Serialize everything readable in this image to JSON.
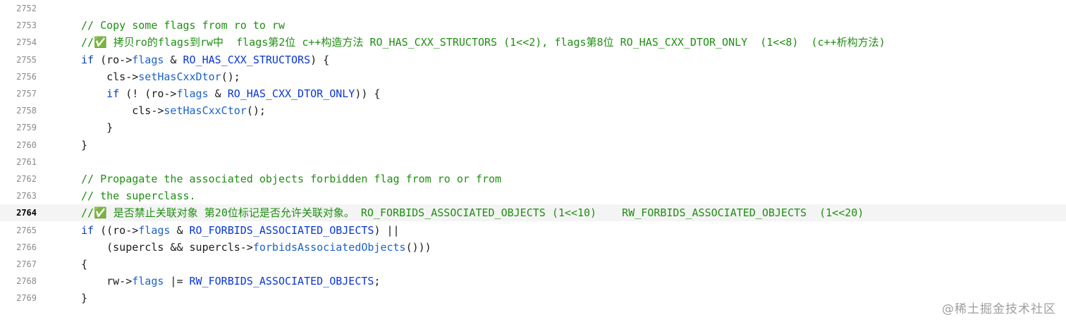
{
  "colors": {
    "plain": "#1b1b1b",
    "comment": "#1f8f12",
    "keyword": "#0b3fbf",
    "member": "#1c63c6",
    "macro": "#0a37d6",
    "emoji": "#22b14c",
    "gutter": "#8a8a8a",
    "current_line": "#f4f4f4"
  },
  "editor": {
    "current_line_number": "2764",
    "lines": [
      {
        "number": "2752",
        "tokens": []
      },
      {
        "number": "2753",
        "tokens": [
          {
            "text": "// Copy some flags from ro to rw",
            "kind": "comment"
          }
        ]
      },
      {
        "number": "2754",
        "tokens": [
          {
            "text": "//",
            "kind": "comment"
          },
          {
            "text": "✅",
            "kind": "emoji"
          },
          {
            "text": " 拷贝ro的flags到rw中  flags第2位 c++构造方法 RO_HAS_CXX_STRUCTORS (1<<2), flags第8位 RO_HAS_CXX_DTOR_ONLY  (1<<8)  (c++析构方法)",
            "kind": "comment"
          }
        ]
      },
      {
        "number": "2755",
        "tokens": [
          {
            "text": "if",
            "kind": "keyword"
          },
          {
            "text": " (ro->",
            "kind": "plain"
          },
          {
            "text": "flags",
            "kind": "member"
          },
          {
            "text": " & ",
            "kind": "plain"
          },
          {
            "text": "RO_HAS_CXX_STRUCTORS",
            "kind": "macro"
          },
          {
            "text": ") {",
            "kind": "plain"
          }
        ]
      },
      {
        "number": "2756",
        "tokens": [
          {
            "text": "    cls->",
            "kind": "plain"
          },
          {
            "text": "setHasCxxDtor",
            "kind": "member"
          },
          {
            "text": "();",
            "kind": "plain"
          }
        ]
      },
      {
        "number": "2757",
        "tokens": [
          {
            "text": "    ",
            "kind": "plain"
          },
          {
            "text": "if",
            "kind": "keyword"
          },
          {
            "text": " (! (ro->",
            "kind": "plain"
          },
          {
            "text": "flags",
            "kind": "member"
          },
          {
            "text": " & ",
            "kind": "plain"
          },
          {
            "text": "RO_HAS_CXX_DTOR_ONLY",
            "kind": "macro"
          },
          {
            "text": ")) {",
            "kind": "plain"
          }
        ]
      },
      {
        "number": "2758",
        "tokens": [
          {
            "text": "        cls->",
            "kind": "plain"
          },
          {
            "text": "setHasCxxCtor",
            "kind": "member"
          },
          {
            "text": "();",
            "kind": "plain"
          }
        ]
      },
      {
        "number": "2759",
        "tokens": [
          {
            "text": "    }",
            "kind": "plain"
          }
        ]
      },
      {
        "number": "2760",
        "tokens": [
          {
            "text": "}",
            "kind": "plain"
          }
        ]
      },
      {
        "number": "2761",
        "tokens": []
      },
      {
        "number": "2762",
        "tokens": [
          {
            "text": "// Propagate the associated objects forbidden flag from ro or from",
            "kind": "comment"
          }
        ]
      },
      {
        "number": "2763",
        "tokens": [
          {
            "text": "// the superclass.",
            "kind": "comment"
          }
        ]
      },
      {
        "number": "2764",
        "tokens": [
          {
            "text": "//",
            "kind": "comment"
          },
          {
            "text": "✅",
            "kind": "emoji"
          },
          {
            "text": " 是否禁止关联对象 第20位标记是否允许关联对象。 RO_FORBIDS_ASSOCIATED_OBJECTS (1<<10)    RW_FORBIDS_ASSOCIATED_OBJECTS  (1<<20)",
            "kind": "comment"
          }
        ]
      },
      {
        "number": "2765",
        "tokens": [
          {
            "text": "if",
            "kind": "keyword"
          },
          {
            "text": " ((ro->",
            "kind": "plain"
          },
          {
            "text": "flags",
            "kind": "member"
          },
          {
            "text": " & ",
            "kind": "plain"
          },
          {
            "text": "RO_FORBIDS_ASSOCIATED_OBJECTS",
            "kind": "macro"
          },
          {
            "text": ") ||",
            "kind": "plain"
          }
        ]
      },
      {
        "number": "2766",
        "tokens": [
          {
            "text": "    (supercls && supercls->",
            "kind": "plain"
          },
          {
            "text": "forbidsAssociatedObjects",
            "kind": "member"
          },
          {
            "text": "()))",
            "kind": "plain"
          }
        ]
      },
      {
        "number": "2767",
        "tokens": [
          {
            "text": "{",
            "kind": "plain"
          }
        ]
      },
      {
        "number": "2768",
        "tokens": [
          {
            "text": "    rw->",
            "kind": "plain"
          },
          {
            "text": "flags",
            "kind": "member"
          },
          {
            "text": " |= ",
            "kind": "plain"
          },
          {
            "text": "RW_FORBIDS_ASSOCIATED_OBJECTS",
            "kind": "macro"
          },
          {
            "text": ";",
            "kind": "plain"
          }
        ]
      },
      {
        "number": "2769",
        "tokens": [
          {
            "text": "}",
            "kind": "plain"
          }
        ]
      }
    ]
  },
  "watermark": {
    "text": "@稀土掘金技术社区"
  }
}
